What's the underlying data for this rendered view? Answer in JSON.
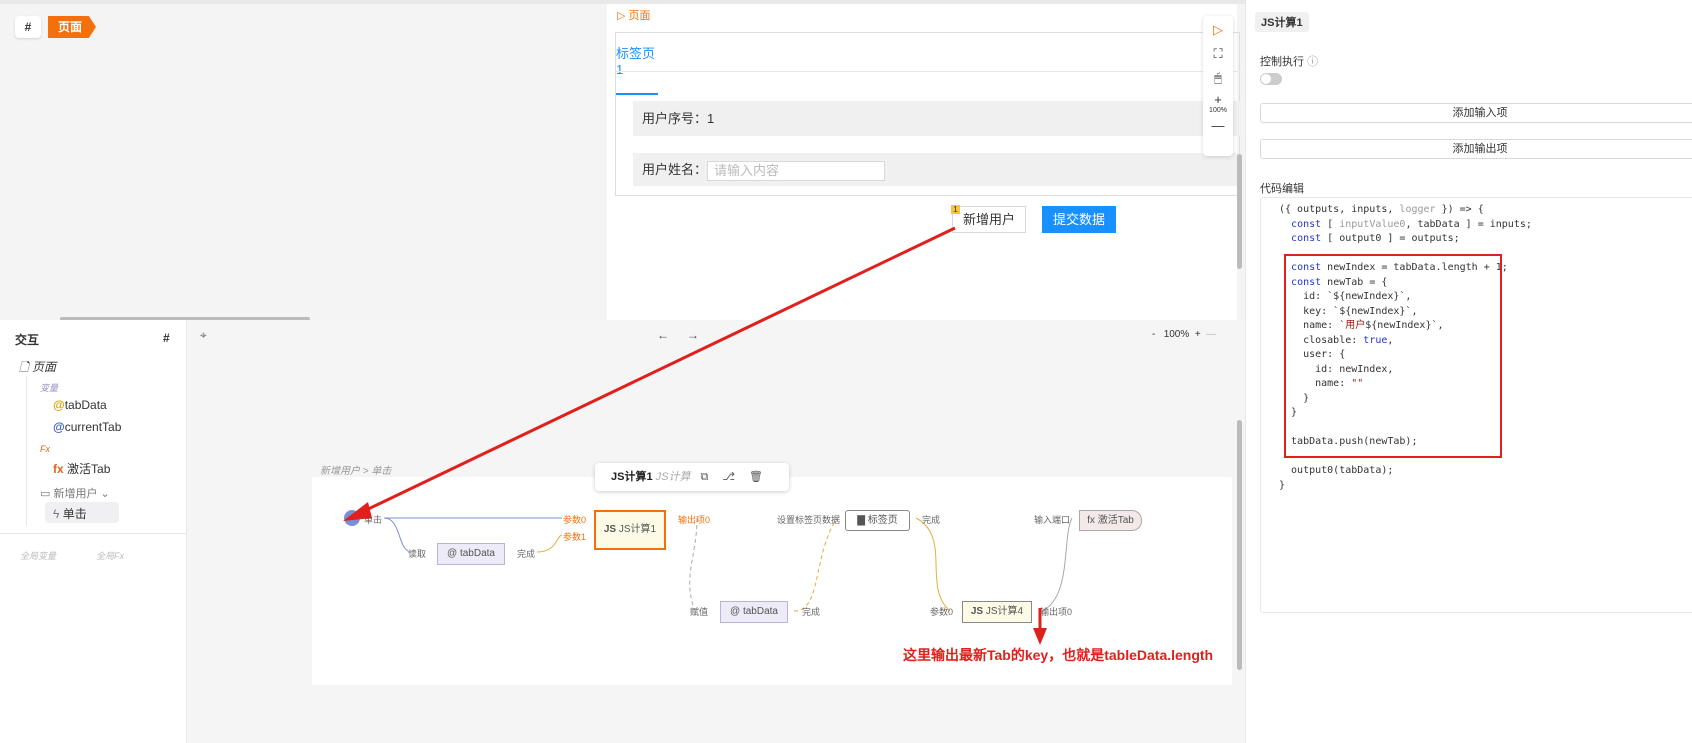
{
  "top": {
    "hash": "#",
    "page_tag": "页面"
  },
  "preview": {
    "title": "页面",
    "tab": "标签页1",
    "user_no_label": "用户序号：",
    "user_no_value": "1",
    "user_name_label": "用户姓名：",
    "user_name_placeholder": "请输入内容",
    "add_user": "新增用户",
    "add_user_badge": "1",
    "submit": "提交数据",
    "zoom": "100%"
  },
  "left": {
    "title": "交互",
    "hash": "#",
    "page": "页面",
    "vars_label": "变量",
    "vars": [
      "tabData",
      "currentTab"
    ],
    "fx_label": "Fx",
    "fx": [
      "激活Tab"
    ],
    "component": "新增用户",
    "event": "单击",
    "global_vars": "全局变量",
    "global_fx": "全局Fx"
  },
  "canvas": {
    "zoom": "100%",
    "zoom_minus": "-",
    "zoom_plus": "+",
    "breadcrumb": "新增用户 > 单击",
    "popup": {
      "title": "JS计算1",
      "subtitle": "JS计算"
    },
    "nodes": {
      "click": "单击",
      "read": "读取",
      "tabdata1": "tabData",
      "done1": "完成",
      "param0": "参数0",
      "param1": "参数1",
      "js1": "JS计算1",
      "out0": "输出项0",
      "assign": "赋值",
      "tabdata2": "tabData",
      "done2": "完成",
      "settab": "设置标签页数据",
      "tabs": "标签页",
      "done3": "完成",
      "js4_param": "参数0",
      "js4": "JS计算4",
      "js4_out": "输出项0",
      "input_port": "输入端口",
      "fx": "激活Tab"
    }
  },
  "annotation": "这里输出最新Tab的key，也就是tableData.length",
  "right": {
    "tag": "JS计算1",
    "control_label": "控制执行",
    "toggle_on": false,
    "add_input": "添加输入项",
    "add_output": "添加输出项",
    "code_label": "代码编辑"
  },
  "colors": {
    "accent": "#f5700a",
    "primary": "#1890ff",
    "annotation": "#e0201c"
  }
}
